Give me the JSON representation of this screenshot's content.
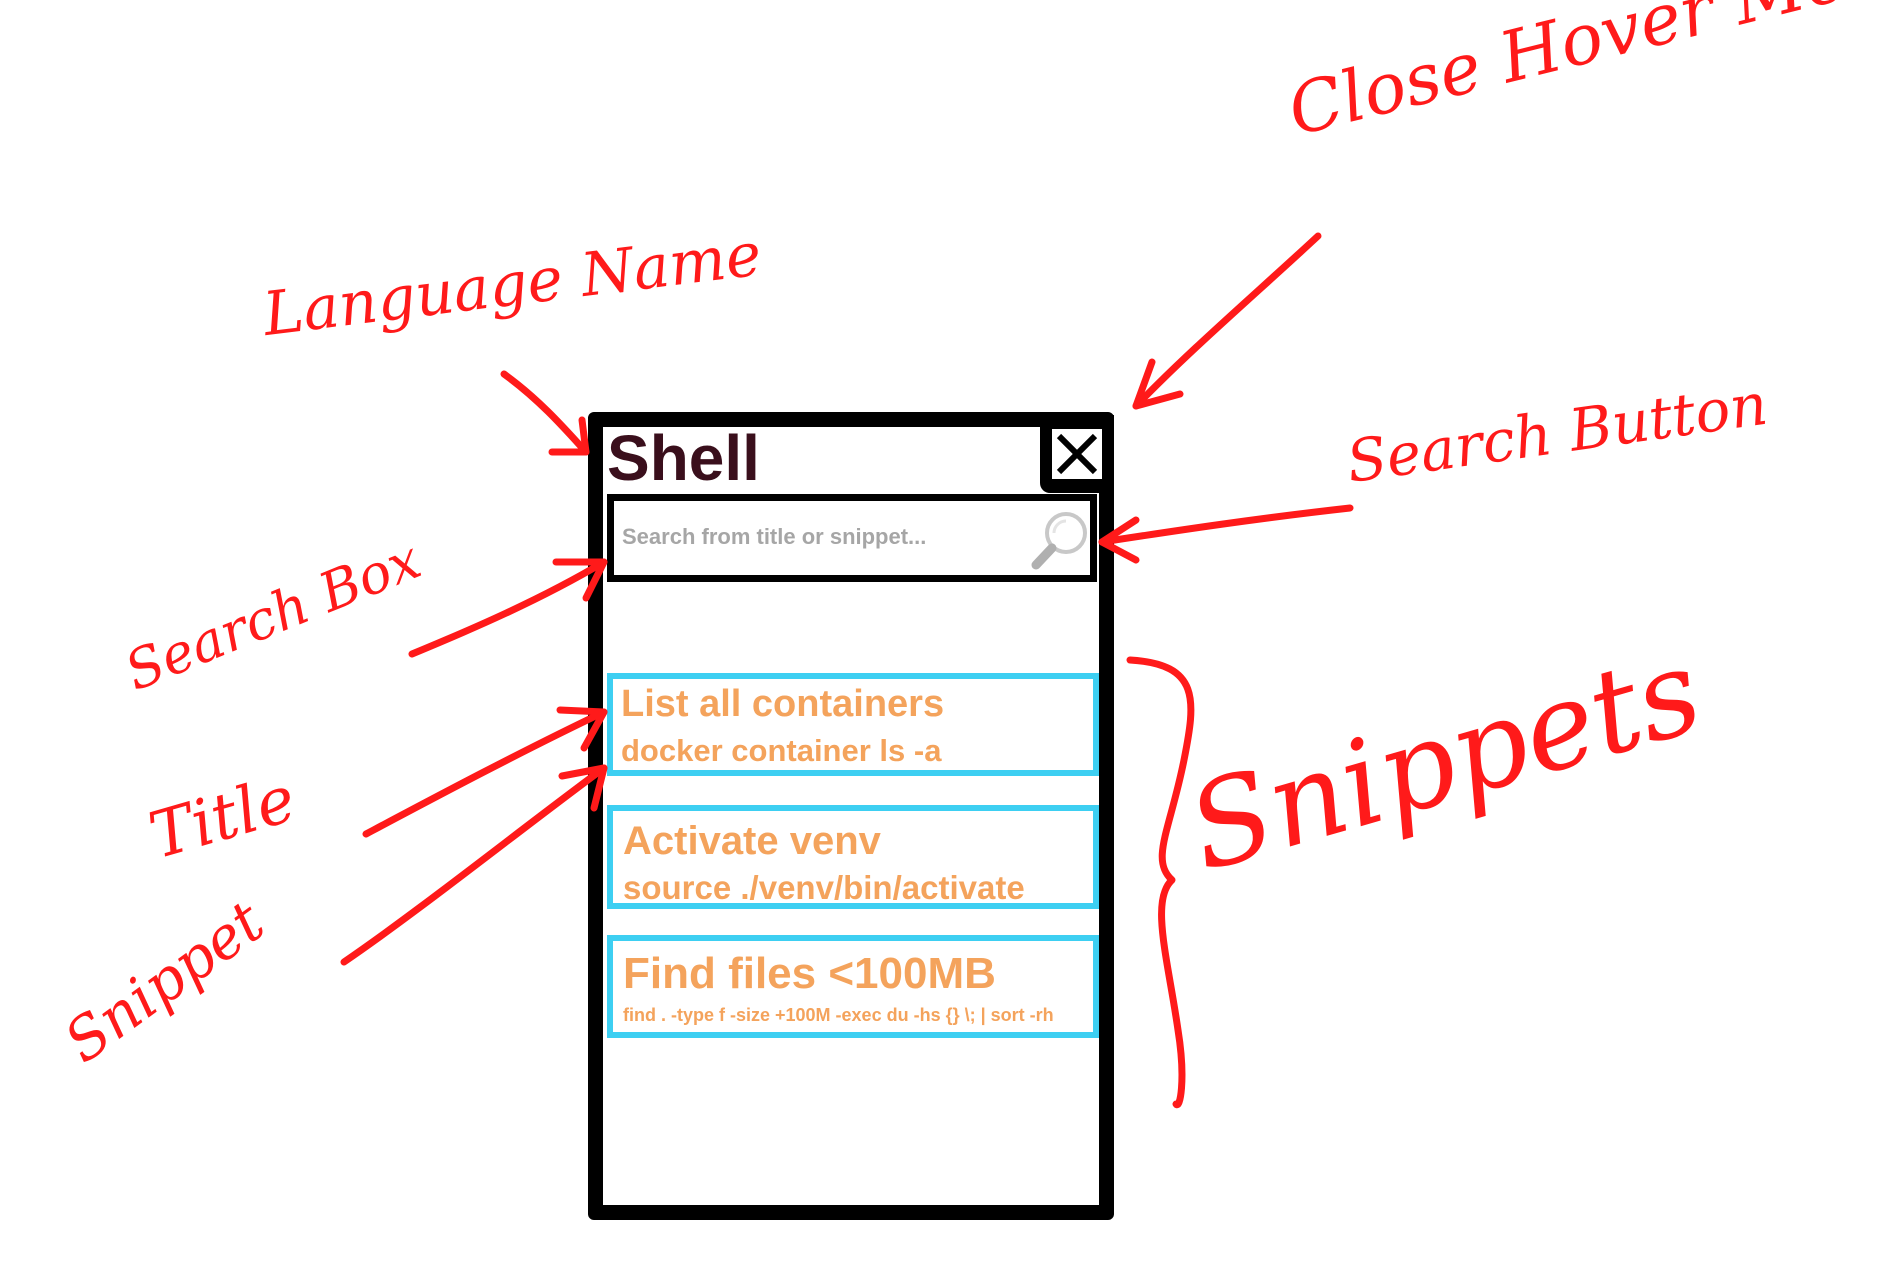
{
  "menu": {
    "language_name": "Shell",
    "close_icon": "close-icon",
    "search": {
      "placeholder": "Search from title or snippet...",
      "button_icon": "search-icon"
    },
    "snippets": [
      {
        "title": "List all containers",
        "snippet": "docker container ls -a"
      },
      {
        "title": "Activate venv",
        "snippet": "source ./venv/bin/activate"
      },
      {
        "title": "Find files <100MB",
        "snippet": "find . -type f -size +100M -exec du -hs {} \\; | sort -rh"
      }
    ]
  },
  "annotations": {
    "close_hover_menu": "Close Hover Menu",
    "language_name": "Language Name",
    "search_button": "Search Button",
    "search_box": "Search Box",
    "title": "Title",
    "snippet": "Snippet",
    "snippets": "Snippets"
  },
  "colors": {
    "annotation": "#ff1a1a",
    "panel_border": "#000000",
    "language_title": "#3a0f1c",
    "snippet_border": "#3dcff2",
    "snippet_text": "#f4a35c",
    "placeholder": "#a6a6a6"
  }
}
